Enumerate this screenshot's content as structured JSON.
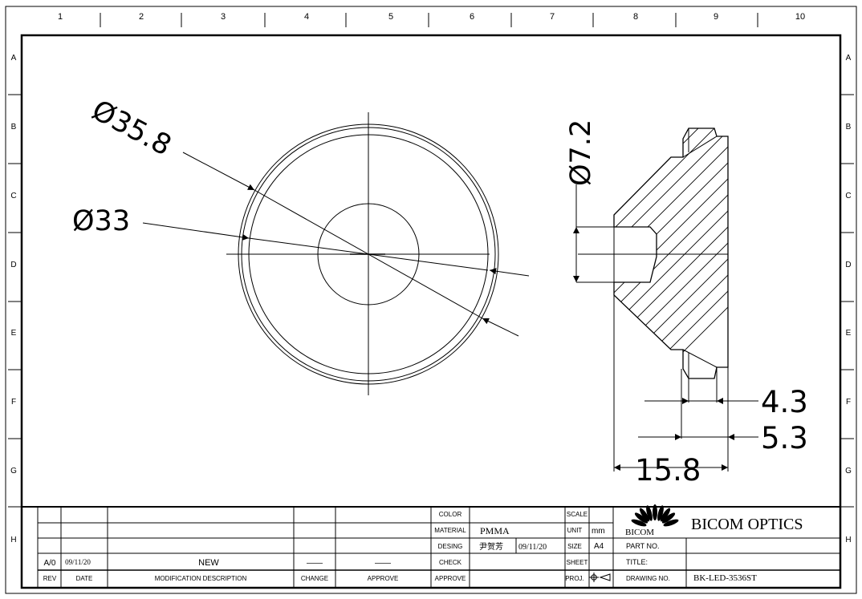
{
  "border": {
    "columns": [
      "1",
      "2",
      "3",
      "4",
      "5",
      "6",
      "7",
      "8",
      "9",
      "10"
    ],
    "rows": [
      "A",
      "B",
      "C",
      "D",
      "E",
      "F",
      "G",
      "H"
    ]
  },
  "dimensions": {
    "outer_diameter": "Ø35.8",
    "inner_diameter": "Ø33",
    "hole_diameter": "Ø7.2",
    "width_4_3": "4.3",
    "width_5_3": "5.3",
    "height_total": "15.8"
  },
  "title_block": {
    "revision_table": {
      "headers": [
        "REV",
        "DATE",
        "MODIFICATION DESCRIPTION",
        "CHANGE",
        "APPROVE"
      ],
      "entry": {
        "rev": "A/0",
        "date": "09/11/20",
        "description": "NEW",
        "change": "——",
        "approve": "——"
      }
    },
    "labels": {
      "color": "COLOR",
      "material": "MATERIAL",
      "desing": "DESING",
      "check": "CHECK",
      "approve": "APPROVE",
      "scale": "SCALE",
      "unit": "UNIT",
      "size": "SIZE",
      "sheet": "SHEET",
      "proj": "PROJ.",
      "part_no": "PART NO.",
      "title": "TITLE:",
      "drawing_no": "DRAWING NO."
    },
    "values": {
      "material": "PMMA",
      "designer": "尹贺芳",
      "design_date": "09/11/20",
      "unit": "mm",
      "size": "A4",
      "drawing_no": "BK-LED-3536ST"
    },
    "company": {
      "logo_text": "BICOM",
      "name": "BICOM OPTICS"
    }
  }
}
